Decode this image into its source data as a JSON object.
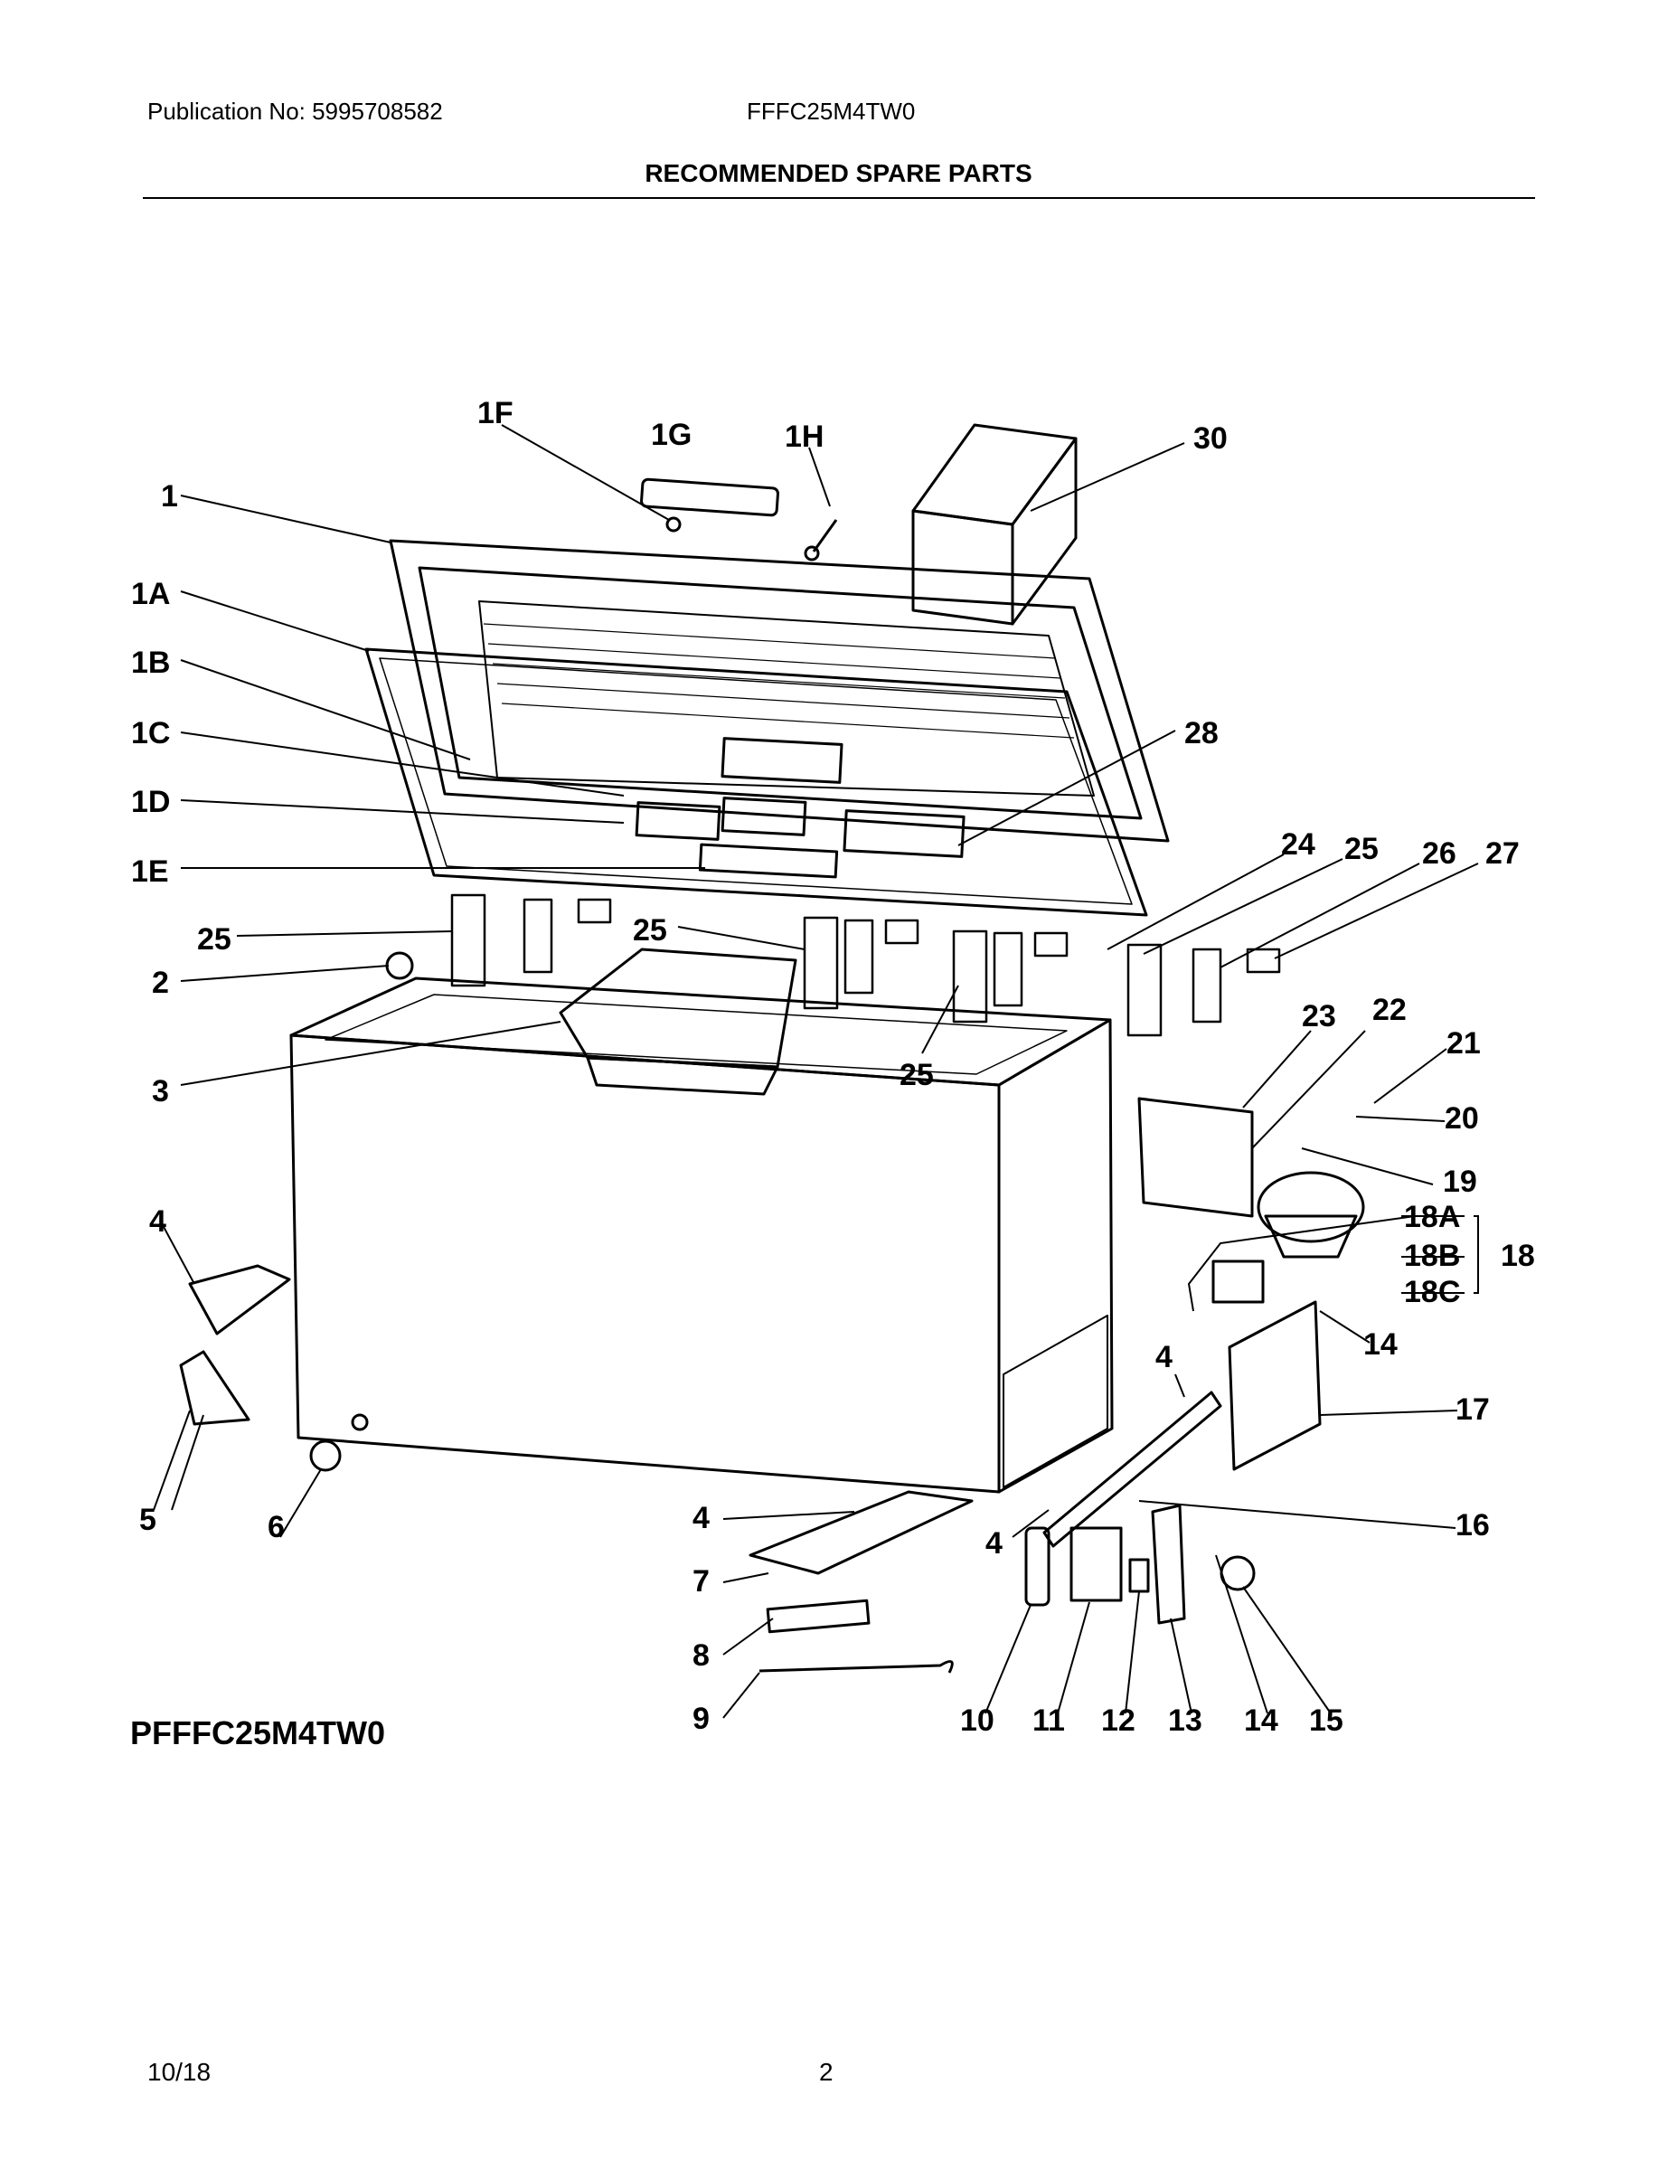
{
  "header": {
    "publication": "Publication No: 5995708582",
    "model_code": "FFFC25M4TW0",
    "title": "RECOMMENDED SPARE PARTS"
  },
  "diagram": {
    "model_label": "PFFFC25M4TW0",
    "callouts": [
      "1",
      "1A",
      "1B",
      "1C",
      "1D",
      "1E",
      "1F",
      "1G",
      "1H",
      "30",
      "28",
      "24",
      "25",
      "26",
      "27",
      "25",
      "25",
      "25",
      "2",
      "3",
      "23",
      "22",
      "21",
      "20",
      "19",
      "18A",
      "18B",
      "18",
      "18C",
      "14",
      "4",
      "17",
      "4",
      "16",
      "5",
      "6",
      "4",
      "7",
      "8",
      "9",
      "4",
      "10",
      "11",
      "12",
      "13",
      "14",
      "15"
    ]
  },
  "footer": {
    "date": "10/18",
    "page": "2"
  }
}
